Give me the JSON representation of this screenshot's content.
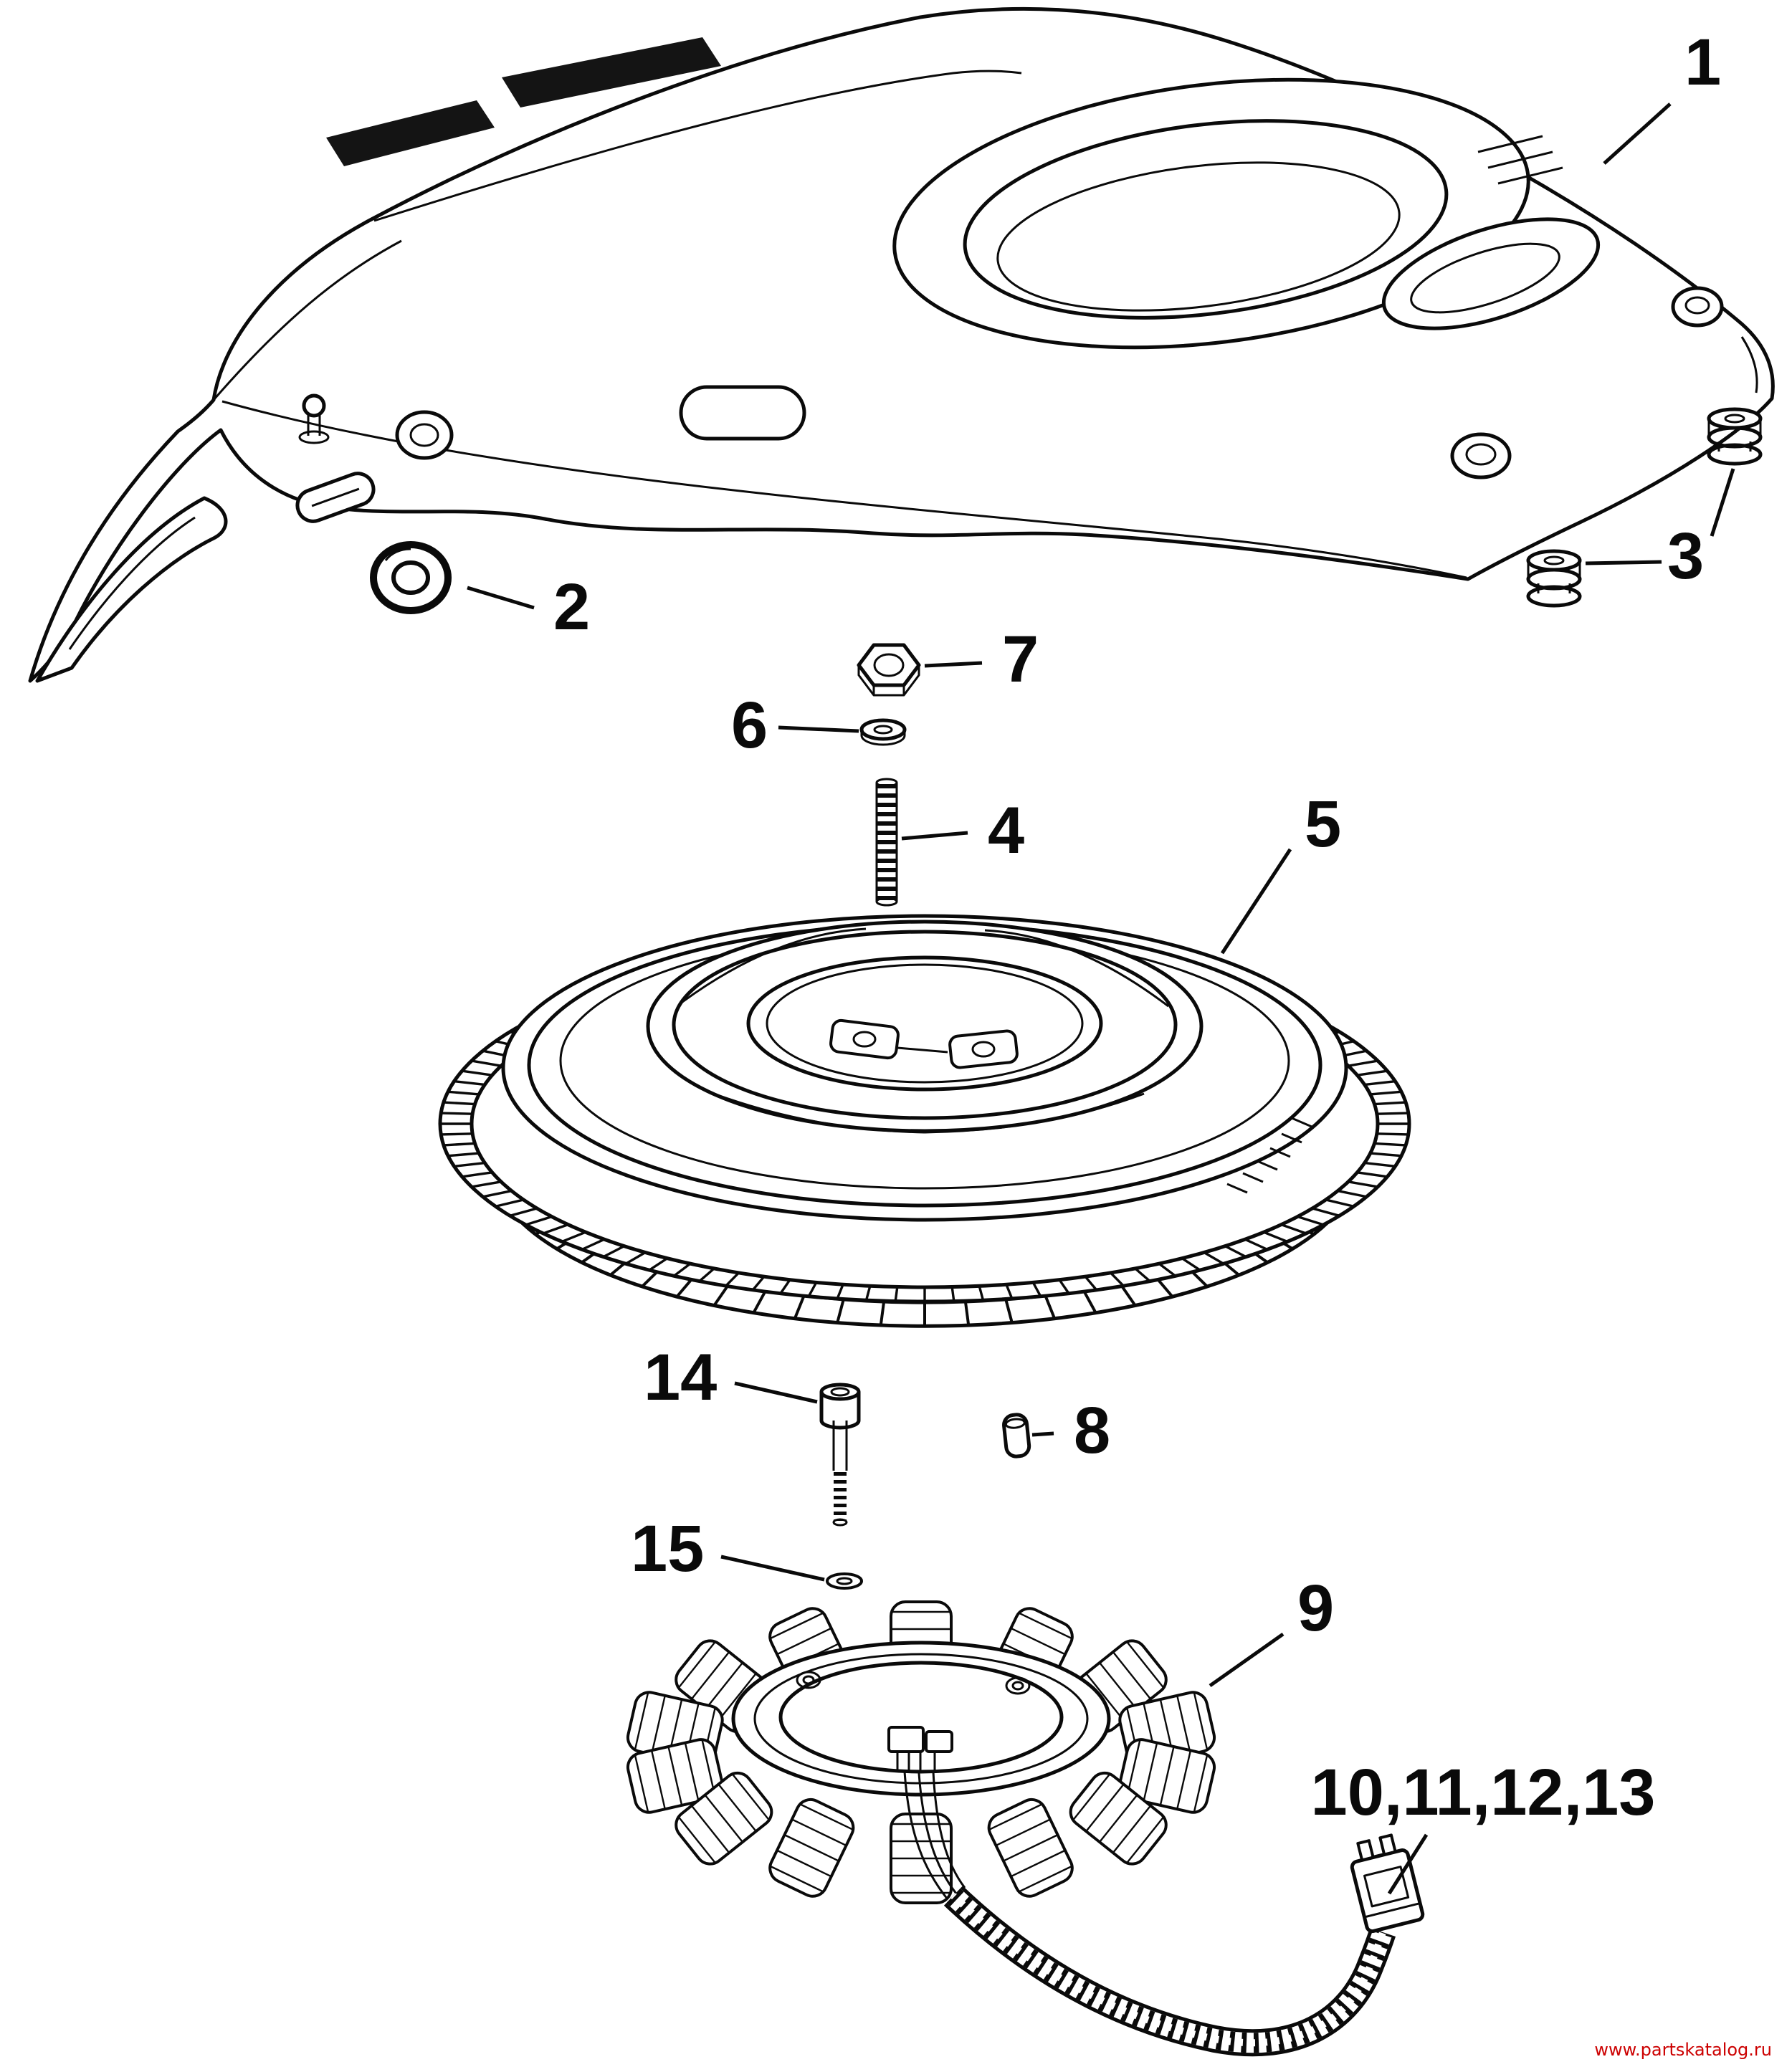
{
  "meta": {
    "background": "#ffffff",
    "ink": "#0a0a0a",
    "watermark_color": "#cc0000"
  },
  "callouts": {
    "part1": "1",
    "part2": "2",
    "part3": "3",
    "part4": "4",
    "part5": "5",
    "part6": "6",
    "part7": "7",
    "part8": "8",
    "part9": "9",
    "part14": "14",
    "part15": "15",
    "group": "10,11,12,13"
  },
  "watermark": "www.partskatalog.ru"
}
